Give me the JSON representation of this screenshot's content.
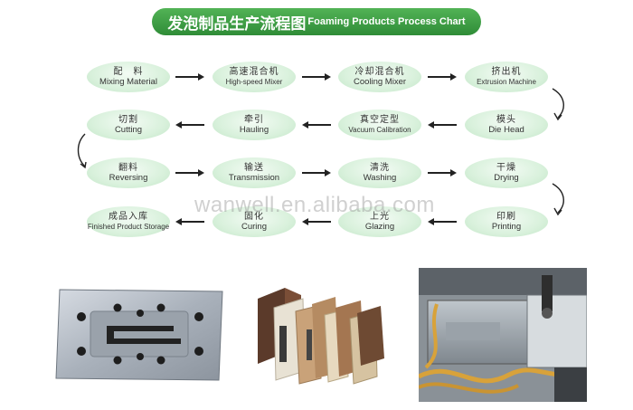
{
  "title": {
    "zh": "发泡制品生产流程图",
    "en": "Foaming Products Process Chart"
  },
  "steps": [
    {
      "zh": "配　料",
      "en": "Mixing Material"
    },
    {
      "zh": "高速混合机",
      "en": "High-speed Mixer"
    },
    {
      "zh": "冷却混合机",
      "en": "Cooling Mixer"
    },
    {
      "zh": "挤出机",
      "en": "Extrusion Machine"
    },
    {
      "zh": "模头",
      "en": "Die Head"
    },
    {
      "zh": "真空定型",
      "en": "Vacuum Calibration"
    },
    {
      "zh": "牵引",
      "en": "Hauling"
    },
    {
      "zh": "切割",
      "en": "Cutting"
    },
    {
      "zh": "翻料",
      "en": "Reversing"
    },
    {
      "zh": "输送",
      "en": "Transmission"
    },
    {
      "zh": "清洗",
      "en": "Washing"
    },
    {
      "zh": "干燥",
      "en": "Drying"
    },
    {
      "zh": "印刷",
      "en": "Printing"
    },
    {
      "zh": "上光",
      "en": "Glazing"
    },
    {
      "zh": "固化",
      "en": "Curing"
    },
    {
      "zh": "成品入库",
      "en": "Finished Product Storage"
    }
  ],
  "watermark": "wanwell.en.alibaba.com",
  "colors": {
    "title_bg": "#3a9a40",
    "node_fill": "#d9f1dc",
    "arrow": "#222222"
  }
}
